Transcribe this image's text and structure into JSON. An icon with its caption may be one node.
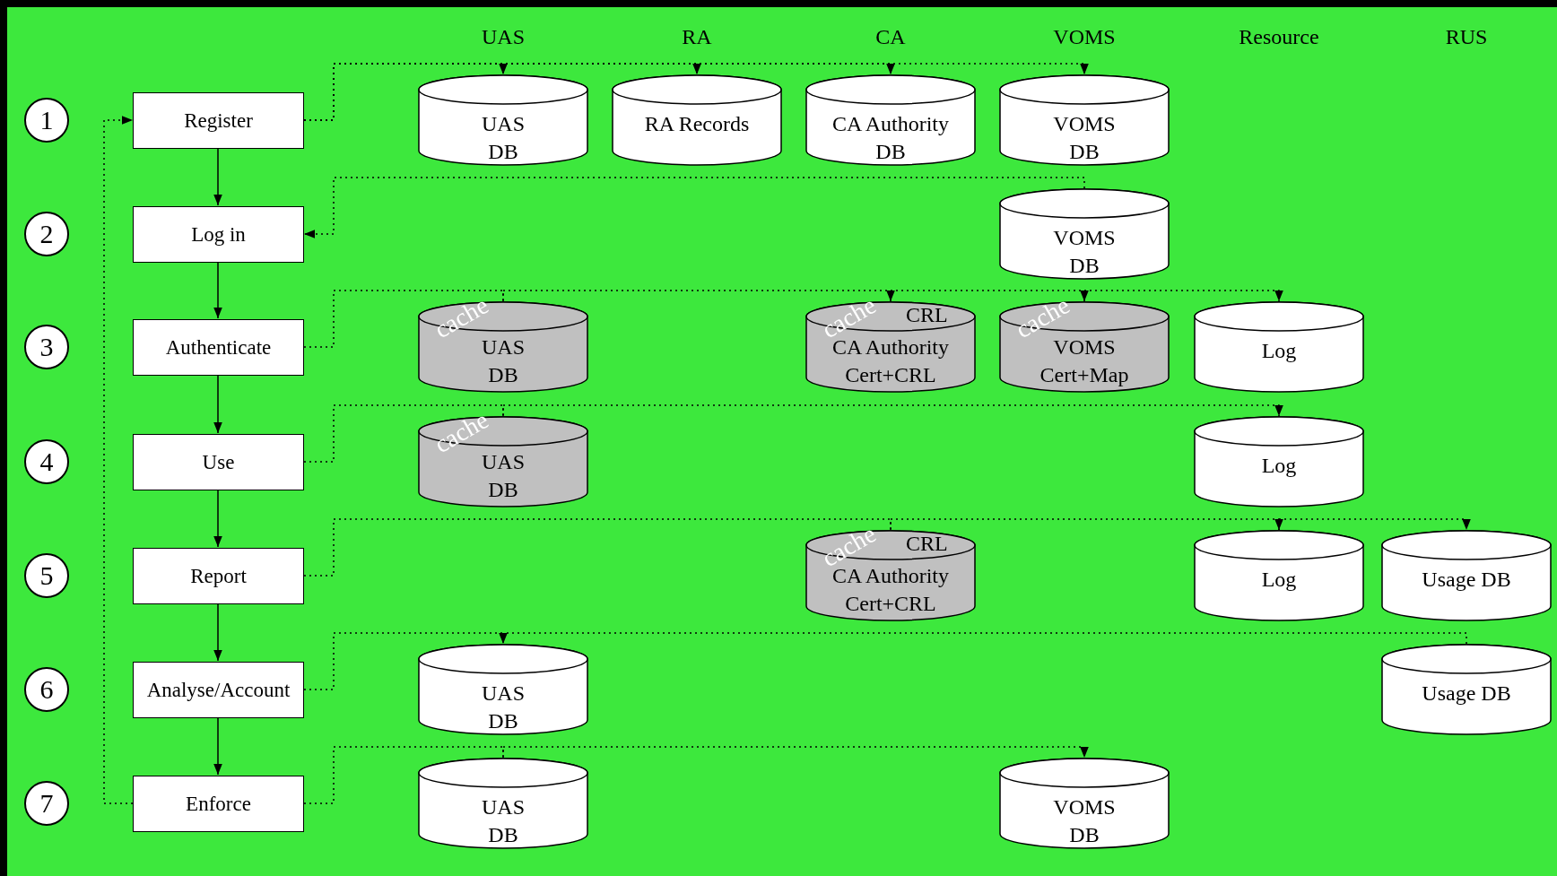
{
  "diagram": {
    "nodes": [
      {
        "text": [
          "1"
        ]
      },
      {
        "text": [
          "Register"
        ]
      },
      {
        "text": [
          "UAS DB"
        ]
      },
      {
        "text": [
          "RA Records"
        ]
      },
      {
        "text": [
          "CA Authority DB"
        ]
      },
      {
        "text": [
          "VOMS DB"
        ]
      },
      {
        "text": [
          "2"
        ]
      },
      {
        "text": [
          "Log in"
        ]
      },
      {
        "text": [
          "VOMS DB"
        ]
      },
      {
        "text": [
          "3"
        ]
      },
      {
        "text": [
          "Authenticate"
        ]
      },
      {
        "text": [
          "cache",
          "UAS DB"
        ]
      },
      {
        "text": [
          "cache",
          "CRL",
          "CA Authority Cert+CRL"
        ]
      },
      {
        "text": [
          "cache",
          "VOMS Cert+Map"
        ]
      },
      {
        "text": [
          "Log"
        ]
      },
      {
        "text": [
          "4"
        ]
      },
      {
        "text": [
          "Use"
        ]
      },
      {
        "text": [
          "cache",
          "UAS DB"
        ]
      },
      {
        "text": [
          "Log"
        ]
      },
      {
        "text": [
          "5"
        ]
      },
      {
        "text": [
          "Report"
        ]
      },
      {
        "text": [
          "cache",
          "CRL",
          "CA Authority Cert+CRL"
        ]
      },
      {
        "text": [
          "Log"
        ]
      },
      {
        "text": [
          "Usage DB"
        ]
      },
      {
        "text": [
          "6"
        ]
      },
      {
        "text": [
          "Analyse/Account"
        ]
      },
      {
        "text": [
          "UAS DB"
        ]
      },
      {
        "text": [
          "Usage DB"
        ]
      },
      {
        "text": [
          "7"
        ]
      },
      {
        "text": [
          "Enforce"
        ]
      },
      {
        "text": [
          "UAS DB"
        ]
      },
      {
        "text": [
          "VOMS DB"
        ]
      }
    ],
    "edges": [
      {
        "from": 1,
        "to": 7,
        "arrow": "to"
      },
      {
        "from": 7,
        "to": 10,
        "arrow": "to"
      },
      {
        "from": 10,
        "to": 16,
        "arrow": "to"
      },
      {
        "from": 16,
        "to": 20,
        "arrow": "to"
      },
      {
        "from": 20,
        "to": 25,
        "arrow": "to"
      },
      {
        "from": 25,
        "to": 29,
        "arrow": "to"
      },
      {
        "from": 29,
        "to": 1,
        "arrow": "to",
        "style": "dashed"
      },
      {
        "from": 1,
        "to": 2,
        "arrow": "to",
        "style": "dashed"
      },
      {
        "from": 1,
        "to": 3,
        "arrow": "to",
        "style": "dashed"
      },
      {
        "from": 1,
        "to": 4,
        "arrow": "to",
        "style": "dashed"
      },
      {
        "from": 1,
        "to": 5,
        "arrow": "to",
        "style": "dashed"
      },
      {
        "from": 8,
        "to": 7,
        "arrow": "to",
        "style": "dashed"
      },
      {
        "from": 10,
        "to": 11,
        "arrow": "none",
        "style": "dashed"
      },
      {
        "from": 11,
        "to": 12,
        "arrow": "to",
        "style": "dashed"
      },
      {
        "from": 12,
        "to": 13,
        "arrow": "to",
        "style": "dashed"
      },
      {
        "from": 13,
        "to": 14,
        "arrow": "to",
        "style": "dashed"
      },
      {
        "from": 16,
        "to": 17,
        "arrow": "none",
        "style": "dashed"
      },
      {
        "from": 17,
        "to": 18,
        "arrow": "to",
        "style": "dashed"
      },
      {
        "from": 20,
        "to": 21,
        "arrow": "none",
        "style": "dashed"
      },
      {
        "from": 21,
        "to": 22,
        "arrow": "to",
        "style": "dashed"
      },
      {
        "from": 22,
        "to": 23,
        "arrow": "to",
        "style": "dashed"
      },
      {
        "from": 25,
        "to": 26,
        "arrow": "none",
        "style": "dashed"
      },
      {
        "from": 27,
        "to": 26,
        "arrow": "to",
        "style": "dashed"
      },
      {
        "from": 29,
        "to": 30,
        "arrow": "none",
        "style": "dashed"
      },
      {
        "from": 30,
        "to": 31,
        "arrow": "to",
        "style": "dashed"
      }
    ],
    "labels": [
      "UAS",
      "RA",
      "CA",
      "VOMS",
      "Resource",
      "RUS"
    ]
  }
}
